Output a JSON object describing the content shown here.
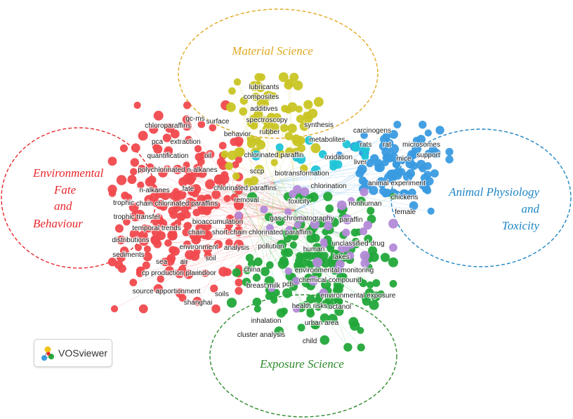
{
  "clusters": [
    {
      "id": "material",
      "title_lines": [
        "Material Science"
      ],
      "color": "#e0a820"
    },
    {
      "id": "environmental",
      "title_lines": [
        "Environmental",
        "Fate",
        "and",
        "Behaviour"
      ],
      "color": "#e8282d"
    },
    {
      "id": "animal",
      "title_lines": [
        "Animal Physiology",
        "and",
        "Toxicity"
      ],
      "color": "#1f86c4"
    },
    {
      "id": "exposure",
      "title_lines": [
        "Exposure Science"
      ],
      "color": "#2e8b2e"
    }
  ],
  "node_colors": {
    "red": "#f0494d",
    "yellow": "#c9c524",
    "green": "#22a83a",
    "blue": "#3a9be0",
    "cyan": "#1fc4d6",
    "purple": "#b38ad8"
  },
  "terms": [
    {
      "text": "lubricants",
      "color": "yellow"
    },
    {
      "text": "composites",
      "color": "yellow"
    },
    {
      "text": "additives",
      "color": "yellow"
    },
    {
      "text": "spectroscopy",
      "color": "yellow"
    },
    {
      "text": "rubber",
      "color": "yellow"
    },
    {
      "text": "behavior",
      "color": "yellow"
    },
    {
      "text": "surface",
      "color": "yellow"
    },
    {
      "text": "synthesis",
      "color": "yellow"
    },
    {
      "text": "metabolites",
      "color": "yellow"
    },
    {
      "text": "chlorinated paraffin",
      "color": "yellow"
    },
    {
      "text": "oxidation",
      "color": "yellow"
    },
    {
      "text": "sccp",
      "color": "yellow"
    },
    {
      "text": "biotransformation",
      "color": "yellow"
    },
    {
      "text": "chlorinated paraffins",
      "color": "yellow"
    },
    {
      "text": "chlorination",
      "color": "yellow"
    },
    {
      "text": "removal",
      "color": "yellow"
    },
    {
      "text": "toxicity",
      "color": "yellow"
    },
    {
      "text": "gc-ms",
      "color": "red"
    },
    {
      "text": "chloroparaffins",
      "color": "red"
    },
    {
      "text": "pca",
      "color": "red"
    },
    {
      "text": "extraction",
      "color": "red"
    },
    {
      "text": "quantification",
      "color": "red"
    },
    {
      "text": "oil",
      "color": "red"
    },
    {
      "text": "polychlorinated n-alkanes",
      "color": "red"
    },
    {
      "text": "n-alkanes",
      "color": "red"
    },
    {
      "text": "fate",
      "color": "red"
    },
    {
      "text": "trophic",
      "color": "red"
    },
    {
      "text": "chain chlorinated paraffins",
      "color": "red"
    },
    {
      "text": "trophic transfer",
      "color": "red"
    },
    {
      "text": "temporal trends",
      "color": "red"
    },
    {
      "text": "bioaccumulation",
      "color": "red"
    },
    {
      "text": "chain",
      "color": "red"
    },
    {
      "text": "distributions",
      "color": "red"
    },
    {
      "text": "short-chain chlorinated paraffins",
      "color": "red"
    },
    {
      "text": "environment",
      "color": "red"
    },
    {
      "text": "analysis",
      "color": "red"
    },
    {
      "text": "sediments",
      "color": "red"
    },
    {
      "text": "sea",
      "color": "red"
    },
    {
      "text": "air",
      "color": "red"
    },
    {
      "text": "soil",
      "color": "red"
    },
    {
      "text": "cp production plant",
      "color": "red"
    },
    {
      "text": "indoor",
      "color": "red"
    },
    {
      "text": "source apportionment",
      "color": "red"
    },
    {
      "text": "soils",
      "color": "red"
    },
    {
      "text": "shanghai",
      "color": "red"
    },
    {
      "text": "carcinogens",
      "color": "blue"
    },
    {
      "text": "rats",
      "color": "blue"
    },
    {
      "text": "rat",
      "color": "blue"
    },
    {
      "text": "microsomes",
      "color": "blue"
    },
    {
      "text": "support",
      "color": "blue"
    },
    {
      "text": "liver",
      "color": "blue"
    },
    {
      "text": "mice",
      "color": "blue"
    },
    {
      "text": "animal experiment",
      "color": "blue"
    },
    {
      "text": "chickens",
      "color": "blue"
    },
    {
      "text": "female",
      "color": "blue"
    },
    {
      "text": "nonhuman",
      "color": "green"
    },
    {
      "text": "gas chromatography",
      "color": "green"
    },
    {
      "text": "paraffin",
      "color": "green"
    },
    {
      "text": "pollution",
      "color": "green"
    },
    {
      "text": "human",
      "color": "green"
    },
    {
      "text": "unclassified drug",
      "color": "green"
    },
    {
      "text": "lakes",
      "color": "green"
    },
    {
      "text": "china",
      "color": "green"
    },
    {
      "text": "environmental monitoring",
      "color": "green"
    },
    {
      "text": "chemical compound",
      "color": "green"
    },
    {
      "text": "breast milk",
      "color": "green"
    },
    {
      "text": "pcb",
      "color": "green"
    },
    {
      "text": "environmental exposure",
      "color": "green"
    },
    {
      "text": "health risks",
      "color": "green"
    },
    {
      "text": "octanol",
      "color": "green"
    },
    {
      "text": "inhalation",
      "color": "green"
    },
    {
      "text": "urban area",
      "color": "green"
    },
    {
      "text": "cluster analysis",
      "color": "green"
    },
    {
      "text": "child",
      "color": "green"
    }
  ],
  "logo": {
    "text": "VOSviewer",
    "icon": "vosviewer-logo-icon"
  }
}
